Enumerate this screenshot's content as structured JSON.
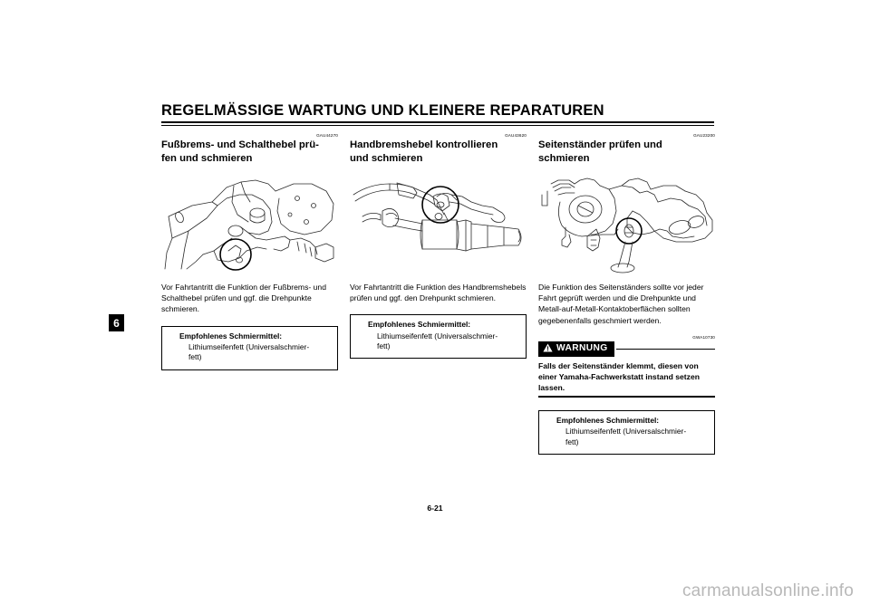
{
  "document": {
    "chapter_title": "REGELMÄSSIGE WARTUNG UND KLEINERE REPARATUREN",
    "chapter_tab": "6",
    "page_number": "6-21",
    "watermark": "carmanualsonline.info"
  },
  "columns": [
    {
      "ref_code": "GAU44270",
      "title": "Fußbrems- und Schalthebel prü-\nfen und schmieren",
      "figure_name": "footbrake-shift-lever-illustration",
      "body": "Vor Fahrtantritt die Funktion der Fußbrems- und Schalthebel prüfen und ggf. die Drehpunkte schmieren.",
      "spec_box": {
        "title": "Empfohlenes Schmiermittel:",
        "value": "Lithiumseifenfett (Universalschmier-\nfett)"
      }
    },
    {
      "ref_code": "GAU43620",
      "title": "Handbremshebel kontrollieren\nund schmieren",
      "figure_name": "handbrake-lever-illustration",
      "body": "Vor Fahrtantritt die Funktion des Handbremshebels prüfen und ggf. den Drehpunkt schmieren.",
      "spec_box": {
        "title": "Empfohlenes Schmiermittel:",
        "value": "Lithiumseifenfett (Universalschmier-\nfett)"
      }
    },
    {
      "ref_code": "GAU23200",
      "title": "Seitenständer prüfen und\nschmieren",
      "figure_name": "side-stand-illustration",
      "body": "Die Funktion des Seitenständers sollte vor jeder Fahrt geprüft werden und die Drehpunkte und Metall-auf-Metall-Kontaktoberflächen sollten gegebenenfalls geschmiert werden.",
      "warning": {
        "ref_code": "GWA10730",
        "label": "WARNUNG",
        "icon": "warning-triangle-icon",
        "text": "Falls der Seitenständer klemmt, diesen von einer Yamaha-Fachwerkstatt instand setzen lassen."
      },
      "spec_box": {
        "title": "Empfohlenes Schmiermittel:",
        "value": "Lithiumseifenfett (Universalschmier-\nfett)"
      }
    }
  ]
}
